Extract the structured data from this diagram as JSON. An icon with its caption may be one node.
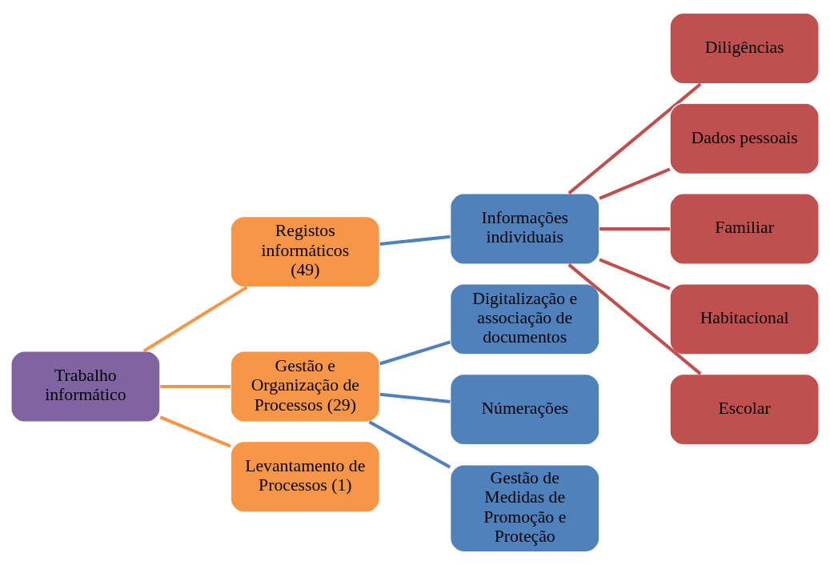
{
  "diagram": {
    "nodes": [
      {
        "text": [
          "Trabalho informático"
        ]
      },
      {
        "text": [
          "Registos informáticos (49)"
        ]
      },
      {
        "text": [
          "Gestão e Organização de Processos (29)"
        ]
      },
      {
        "text": [
          "Levantamento de Processos (1)"
        ]
      },
      {
        "text": [
          "Informações individuais"
        ]
      },
      {
        "text": [
          "Digitalização e associação de documentos"
        ]
      },
      {
        "text": [
          "Númerações"
        ]
      },
      {
        "text": [
          "Gestão de Medidas de Promoção e Proteção"
        ]
      },
      {
        "text": [
          "Diligências"
        ]
      },
      {
        "text": [
          "Dados pessoais"
        ]
      },
      {
        "text": [
          "Familiar"
        ]
      },
      {
        "text": [
          "Habitacional"
        ]
      },
      {
        "text": [
          "Escolar"
        ]
      }
    ],
    "edges": [
      {
        "from": 0,
        "to": 1,
        "arrow": "none",
        "color": "#f79646"
      },
      {
        "from": 0,
        "to": 2,
        "arrow": "none",
        "color": "#f79646"
      },
      {
        "from": 0,
        "to": 3,
        "arrow": "none",
        "color": "#f79646"
      },
      {
        "from": 1,
        "to": 4,
        "arrow": "none",
        "color": "#4f81bd"
      },
      {
        "from": 2,
        "to": 5,
        "arrow": "none",
        "color": "#4f81bd"
      },
      {
        "from": 2,
        "to": 6,
        "arrow": "none",
        "color": "#4f81bd"
      },
      {
        "from": 2,
        "to": 7,
        "arrow": "none",
        "color": "#4f81bd"
      },
      {
        "from": 4,
        "to": 8,
        "arrow": "none"
      },
      {
        "from": 4,
        "to": 9,
        "arrow": "none"
      },
      {
        "from": 4,
        "to": 10,
        "arrow": "none"
      },
      {
        "from": 4,
        "to": 11,
        "arrow": "none"
      },
      {
        "from": 4,
        "to": 12,
        "arrow": "none"
      }
    ]
  }
}
